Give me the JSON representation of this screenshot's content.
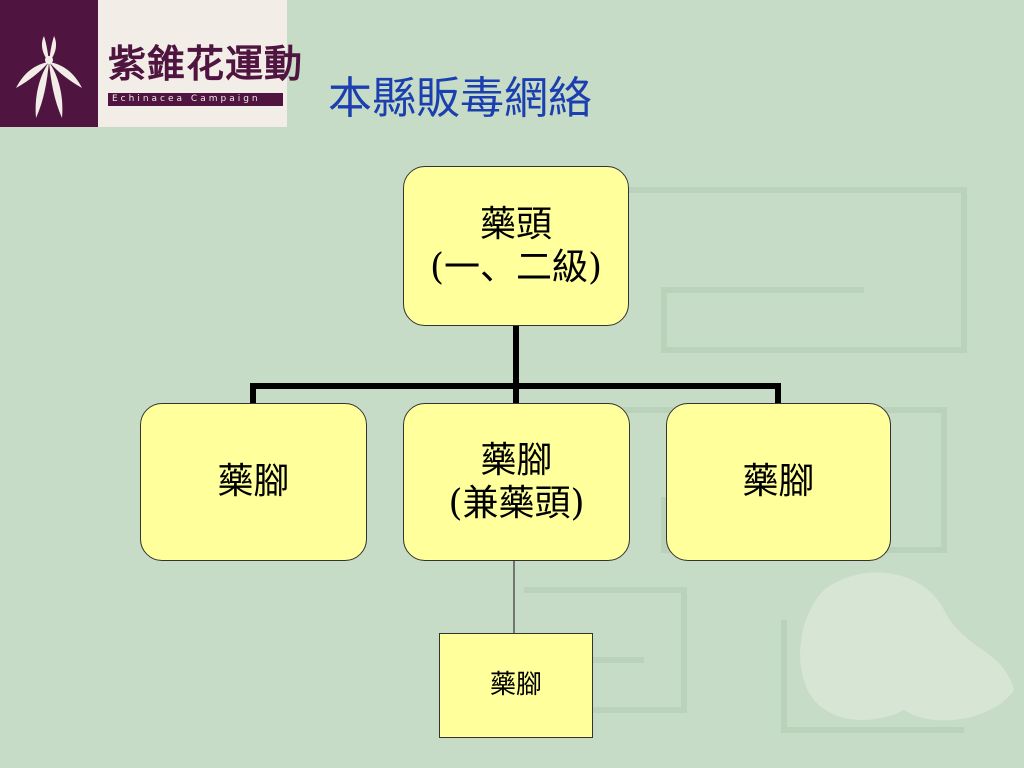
{
  "header": {
    "logo_text": "紫錐花運動",
    "logo_subtext": "Echinacea Campaign",
    "title": "本縣販毒網絡"
  },
  "diagram": {
    "root": {
      "line1": "藥頭",
      "line2": "(一、二級)"
    },
    "children": [
      {
        "line1": "藥腳"
      },
      {
        "line1": "藥腳",
        "line2": "(兼藥頭)"
      },
      {
        "line1": "藥腳"
      }
    ],
    "sub_child": {
      "line1": "藥腳"
    }
  },
  "colors": {
    "background": "#c7dcc6",
    "node_fill": "#ffff9c",
    "title": "#1b3fb0",
    "logo_purple": "#4f1540"
  }
}
